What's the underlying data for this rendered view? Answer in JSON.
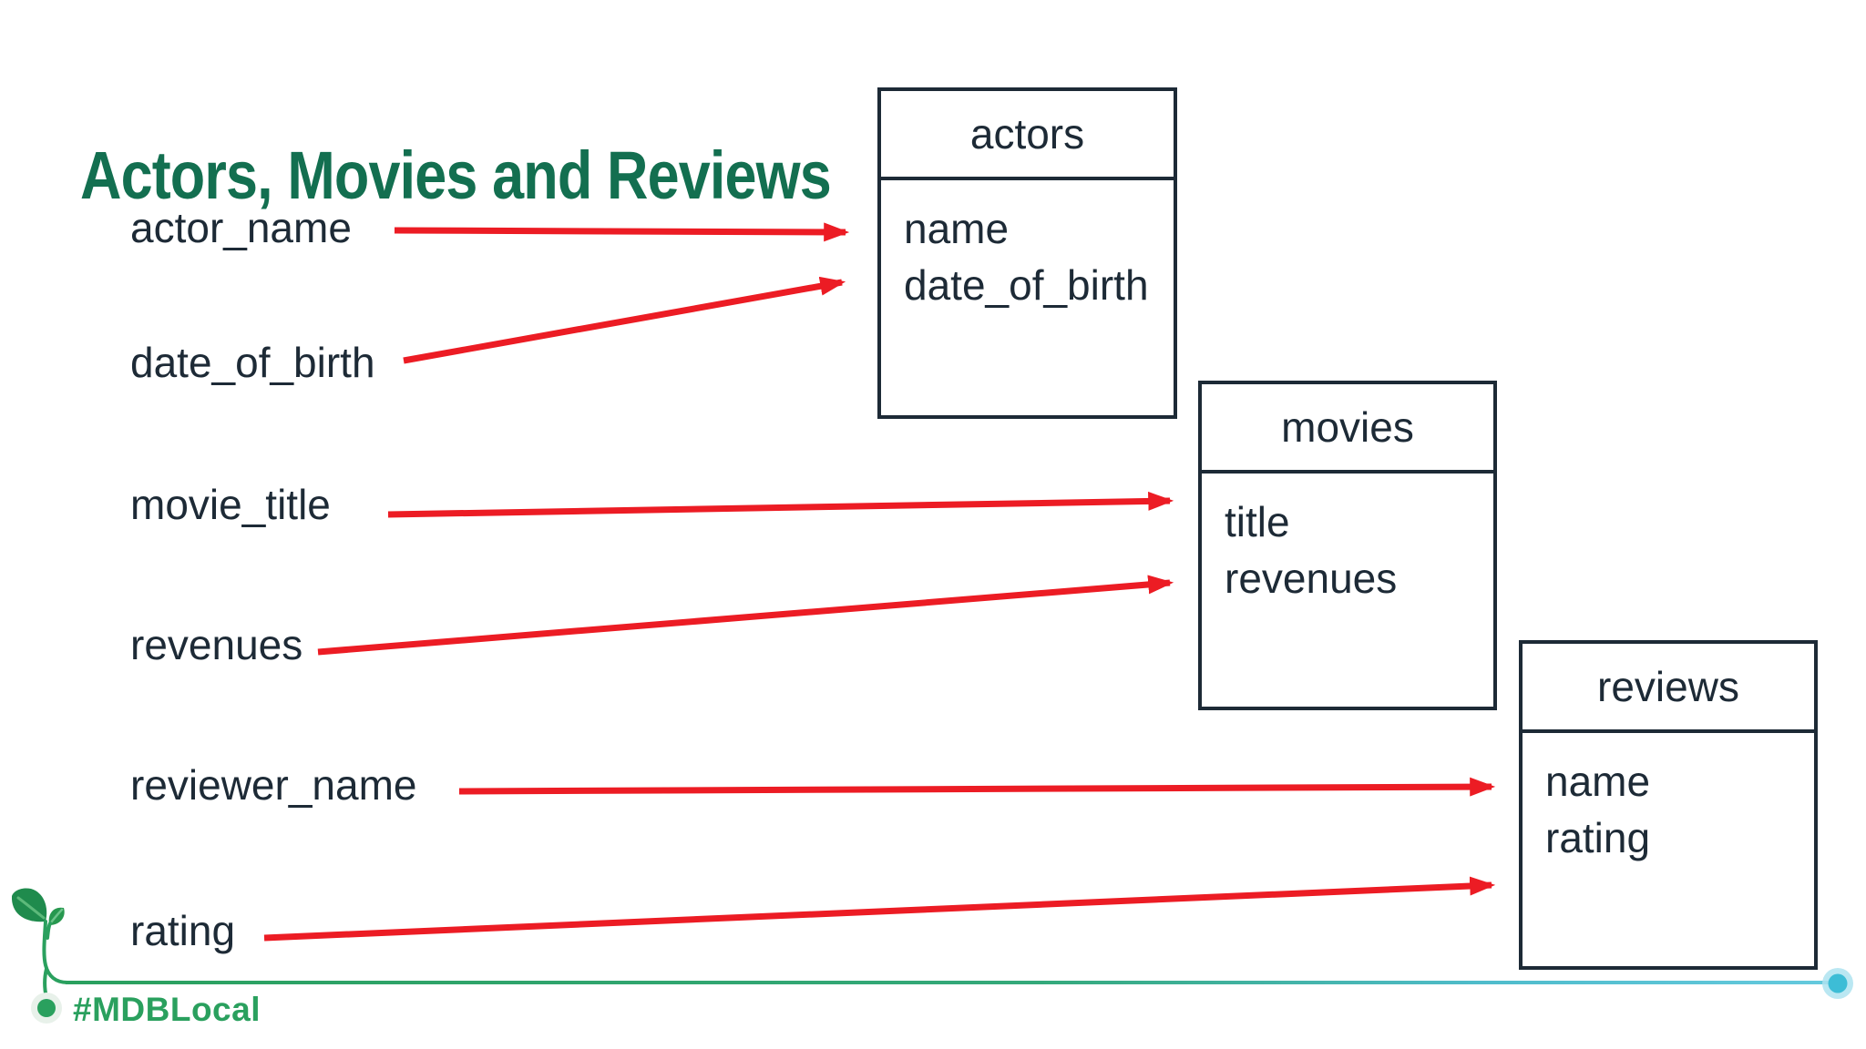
{
  "slide": {
    "title": "Actors, Movies and Reviews",
    "footer_tag": "#MDBLocal"
  },
  "source_fields": [
    "actor_name",
    "date_of_birth",
    "movie_title",
    "revenues",
    "reviewer_name",
    "rating"
  ],
  "tables": [
    {
      "name": "actors",
      "fields": [
        "name",
        "date_of_birth"
      ]
    },
    {
      "name": "movies",
      "fields": [
        "title",
        "revenues"
      ]
    },
    {
      "name": "reviews",
      "fields": [
        "name",
        "rating"
      ]
    }
  ],
  "mappings": [
    {
      "from": "actor_name",
      "to": "actors.name"
    },
    {
      "from": "date_of_birth",
      "to": "actors.date_of_birth"
    },
    {
      "from": "movie_title",
      "to": "movies.title"
    },
    {
      "from": "revenues",
      "to": "movies.revenues"
    },
    {
      "from": "reviewer_name",
      "to": "reviews.name"
    },
    {
      "from": "rating",
      "to": "reviews.rating"
    }
  ],
  "icons": {
    "footer_plant": "sprout-icon",
    "baseline_end": "endpoint-dot-icon"
  },
  "colors": {
    "title_green": "#136f50",
    "brand_green": "#2aa05e",
    "arrow_red": "#ec1c24",
    "box_navy": "#1d2a36",
    "dot_teal": "#3dbdd6",
    "dot_halo": "#aee3f0",
    "baseline_left": "#2aa05e",
    "baseline_right": "#65cade"
  }
}
